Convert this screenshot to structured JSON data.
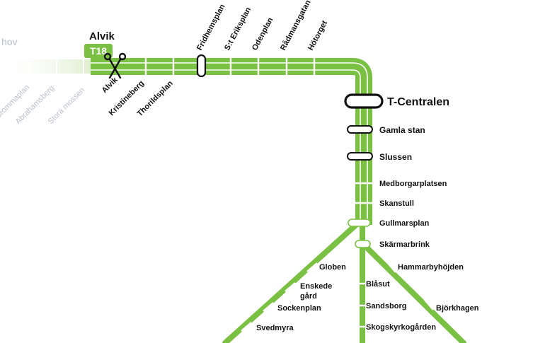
{
  "map": {
    "line_name": "T18",
    "line_color": "#7ac143",
    "faded_line_color": "#dfeecf",
    "end_station": "Alvik",
    "hub_station": "T-Centralen"
  },
  "stations": {
    "faded": [
      "hov",
      "Brommaplan",
      "Abrahamsberg",
      "Stora mossen"
    ],
    "west_top": [
      "Fridhemsplan",
      "S:t Eriksplan",
      "Odenplan",
      "Rådmansgatan",
      "Hötorget"
    ],
    "west_bottom": [
      "Alvik",
      "Kristineberg",
      "Thorildsplan"
    ],
    "trunk": [
      "Gamla stan",
      "Slussen",
      "Medborgarplatsen",
      "Skanstull",
      "Gullmarsplan",
      "Skärmarbrink"
    ],
    "branch_left": [
      "Globen",
      "Enskede",
      "gård",
      "Sockenplan",
      "Svedmyra"
    ],
    "branch_middle": [
      "Blåsut",
      "Sandsborg",
      "Skogskyrkogården"
    ],
    "branch_right": [
      "Hammarbyhöjden",
      "Björkhagen"
    ]
  }
}
